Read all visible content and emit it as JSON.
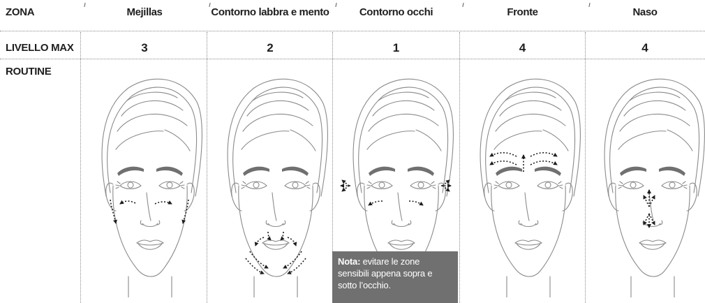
{
  "header": {
    "zone_label": "ZONA",
    "level_label": "LIVELLO MAX",
    "routine_label": "ROUTINE"
  },
  "zones": [
    {
      "name": "Mejillas",
      "level": "3",
      "routine": "cheeks"
    },
    {
      "name": "Contorno labbra e mento",
      "level": "2",
      "routine": "lips-chin"
    },
    {
      "name": "Contorno occhi",
      "level": "1",
      "routine": "eyes"
    },
    {
      "name": "Fronte",
      "level": "4",
      "routine": "forehead"
    },
    {
      "name": "Naso",
      "level": "4",
      "routine": "nose"
    }
  ],
  "note": {
    "bold": "Nota:",
    "text": " evitare le zone sensibili appena sopra e sotto l’occhio."
  },
  "colors": {
    "line": "#777777",
    "arrow": "#1e1e1e",
    "brow": "#707070",
    "note_bg": "#707070"
  }
}
